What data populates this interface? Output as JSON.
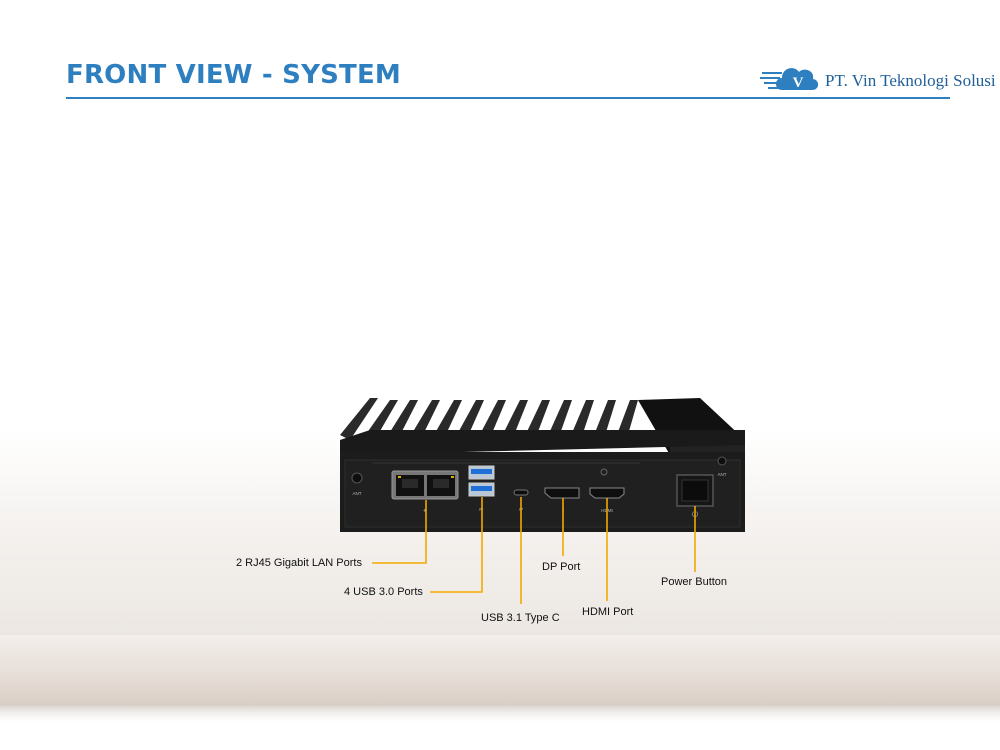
{
  "header": {
    "title": "FRONT VIEW - SYSTEM",
    "company": "PT. Vin Teknologi Solusi",
    "logo_letter": "V"
  },
  "device": {
    "left_ant_text": "ANT",
    "right_ant_text": "ANT",
    "hdmi_text": "HDMI"
  },
  "callouts": {
    "lan": "2 RJ45 Gigabit LAN Ports",
    "usb3": "4 USB 3.0 Ports",
    "typec": "USB 3.1 Type C",
    "dp": "DP Port",
    "hdmi": "HDMI Port",
    "power": "Power Button"
  },
  "colors": {
    "title": "#2d7fc0",
    "callout_line": "#f5a800",
    "usb_blue": "#1f6fd6",
    "chassis": "#1c1c1c"
  }
}
